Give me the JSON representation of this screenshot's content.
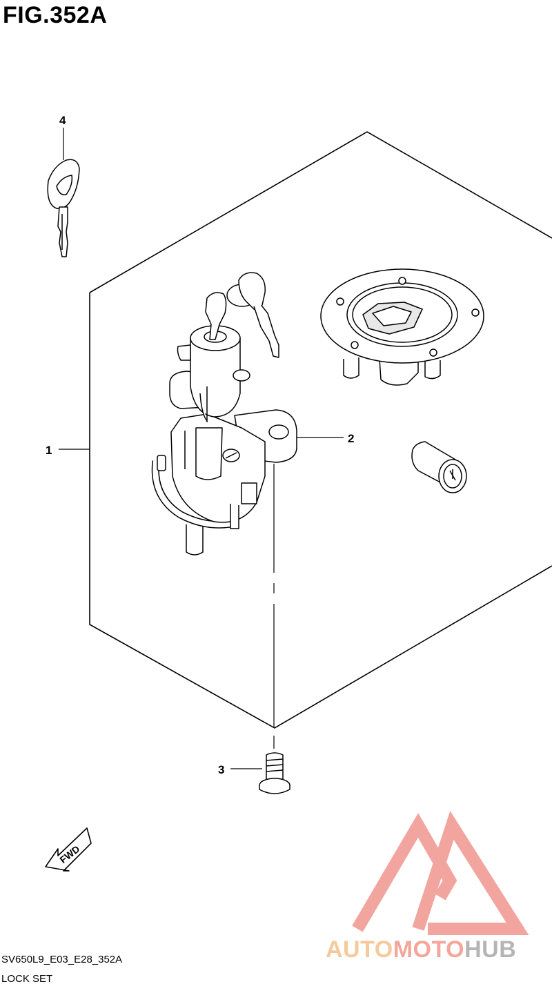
{
  "figure": {
    "title": "FIG.352A",
    "model_code": "SV650L9_E03_E28_352A",
    "caption": "LOCK SET"
  },
  "callouts": [
    {
      "id": "1",
      "label": "1"
    },
    {
      "id": "2",
      "label": "2"
    },
    {
      "id": "3",
      "label": "3"
    },
    {
      "id": "4",
      "label": "4"
    }
  ],
  "direction_marker": {
    "label": "FWD"
  },
  "watermark": {
    "part1": "AUTO",
    "part2": "MOTO",
    "part3": "HUB",
    "colors": {
      "auto": "#f6c99a",
      "moto": "#f4a69a",
      "hub": "#b5b5b5",
      "logo": "#f2a19a"
    }
  }
}
